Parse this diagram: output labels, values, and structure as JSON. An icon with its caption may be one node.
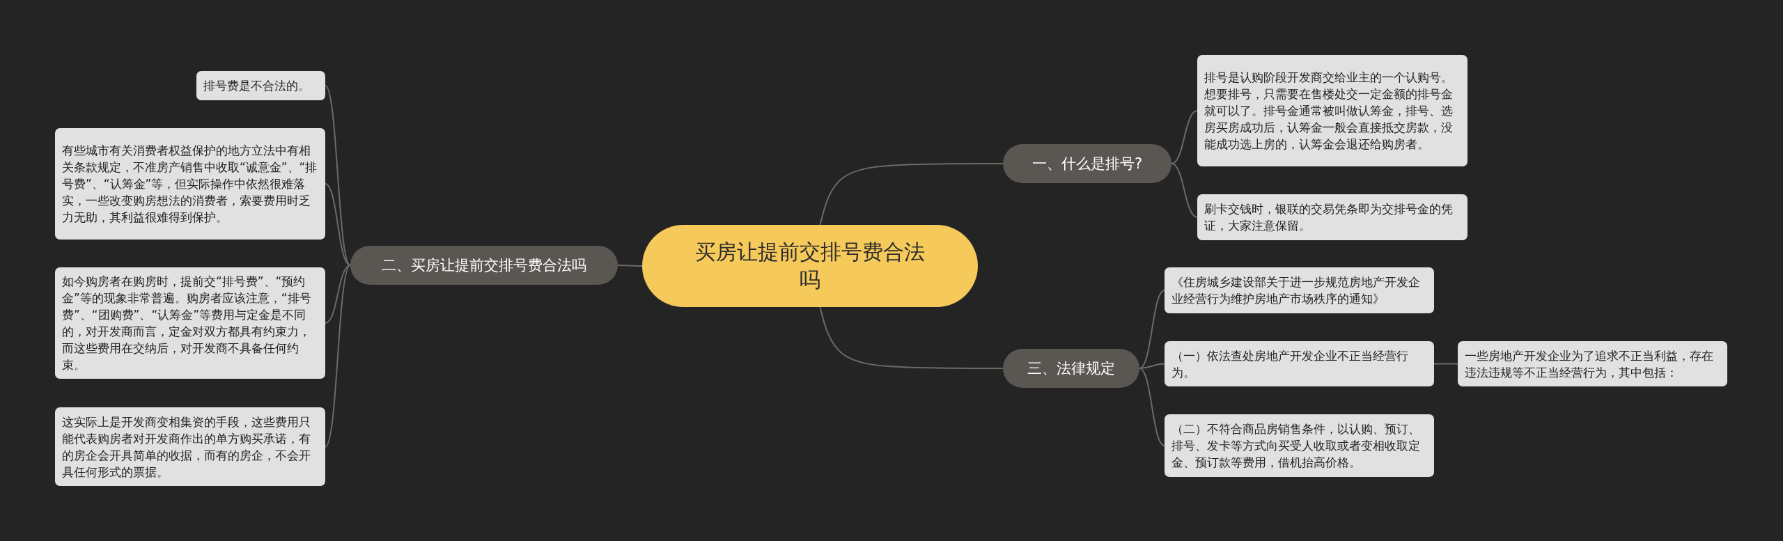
{
  "diagram": {
    "nodes": [
      {
        "text": [
          "买房让提前交排号费合法吗"
        ]
      },
      {
        "text": [
          "一、什么是排号?"
        ]
      },
      {
        "text": [
          "排号是认购阶段开发商交给业主的一个认购号。想要排号，只需要在售楼处交一定金额的排号金就可以了。排号金通常被叫做认筹金，排号、选房买房成功后，认筹金一般会直接抵交房款，没能成功选上房的，认筹金会退还给购房者。"
        ]
      },
      {
        "text": [
          "刷卡交钱时，银联的交易凭条即为交排号金的凭证，大家注意保留。"
        ]
      },
      {
        "text": [
          "二、买房让提前交排号费合法吗"
        ]
      },
      {
        "text": [
          "排号费是不合法的。"
        ]
      },
      {
        "text": [
          "有些城市有关消费者权益保护的地方立法中有相关条款规定，不准房产销售中收取“诚意金”、“排号费”、“认筹金”等，但实际操作中依然很难落实，一些改变购房想法的消费者，索要费用时乏力无助，其利益很难得到保护。"
        ]
      },
      {
        "text": [
          "如今购房者在购房时，提前交“排号费”、“预约金”等的现象非常普遍。购房者应该注意，“排号费”、“团购费”、“认筹金”等费用与定金是不同的，对开发商而言，定金对双方都具有约束力，而这些费用在交纳后，对开发商不具备任何约束。"
        ]
      },
      {
        "text": [
          "这实际上是开发商变相集资的手段，这些费用只能代表购房者对开发商作出的单方购买承诺，有的房企会开具简单的收据，而有的房企，不会开具任何形式的票据。"
        ]
      },
      {
        "text": [
          "三、法律规定"
        ]
      },
      {
        "text": [
          "《住房城乡建设部关于进一步规范房地产开发企业经营行为维护房地产市场秩序的通知》"
        ]
      },
      {
        "text": [
          "（一）依法查处房地产开发企业不正当经营行为。"
        ]
      },
      {
        "text": [
          "一些房地产开发企业为了追求不正当利益，存在违法违规等不正当经营行为，其中包括："
        ]
      },
      {
        "text": [
          "（二）不符合商品房销售条件，以认购、预订、排号、发卡等方式向买受人收取或者变相收取定金、预订款等费用，借机抬高价格。"
        ]
      }
    ],
    "edges": [
      {
        "from": 0,
        "to": 1,
        "arrow": "none"
      },
      {
        "from": 1,
        "to": 2,
        "arrow": "none"
      },
      {
        "from": 1,
        "to": 3,
        "arrow": "none"
      },
      {
        "from": 0,
        "to": 4,
        "arrow": "none"
      },
      {
        "from": 4,
        "to": 5,
        "arrow": "none"
      },
      {
        "from": 4,
        "to": 6,
        "arrow": "none"
      },
      {
        "from": 4,
        "to": 7,
        "arrow": "none"
      },
      {
        "from": 4,
        "to": 8,
        "arrow": "none"
      },
      {
        "from": 0,
        "to": 9,
        "arrow": "none"
      },
      {
        "from": 9,
        "to": 10,
        "arrow": "none"
      },
      {
        "from": 9,
        "to": 11,
        "arrow": "none"
      },
      {
        "from": 11,
        "to": 12,
        "arrow": "none"
      },
      {
        "from": 9,
        "to": 13,
        "arrow": "none"
      }
    ]
  }
}
